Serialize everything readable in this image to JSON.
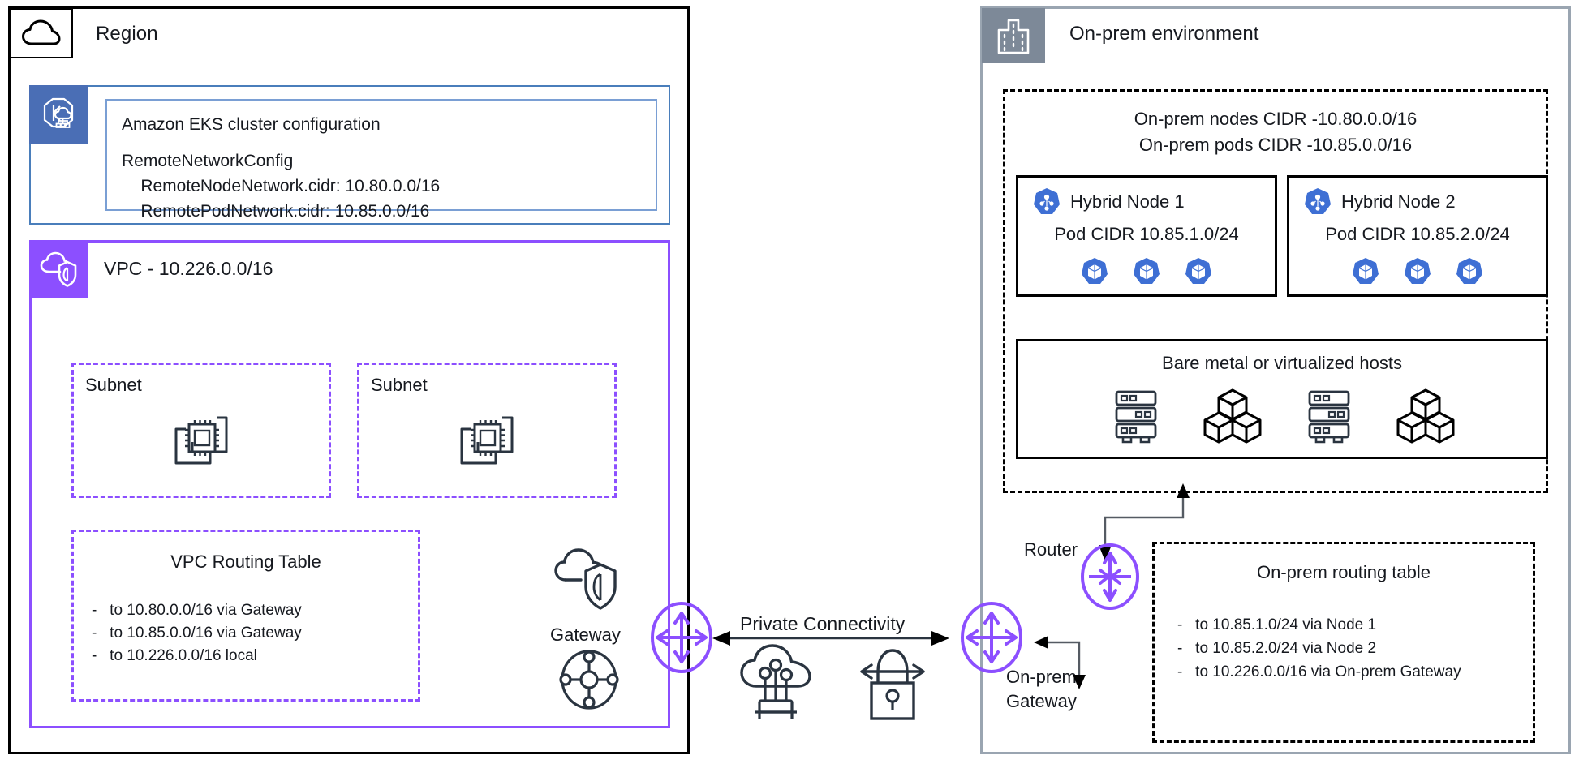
{
  "region": {
    "title": "Region",
    "icon": "cloud-region-icon",
    "eks": {
      "icon": "amazon-eks-icon",
      "heading": "Amazon EKS cluster configuration",
      "config_title": "RemoteNetworkConfig",
      "config_lines": [
        "    RemoteNodeNetwork.cidr: 10.80.0.0/16",
        "    RemotePodNetwork.cidr: 10.85.0.0/16"
      ]
    },
    "vpc": {
      "icon": "vpc-icon",
      "title": "VPC - 10.226.0.0/16",
      "subnets": [
        {
          "label": "Subnet",
          "icon": "ec2-instances-icon"
        },
        {
          "label": "Subnet",
          "icon": "ec2-instances-icon"
        }
      ],
      "routing_table": {
        "title": "VPC Routing Table",
        "rows": [
          "-   to 10.80.0.0/16 via Gateway",
          "-   to 10.85.0.0/16 via Gateway",
          "-   to 10.226.0.0/16 local"
        ]
      },
      "gateway": {
        "label": "Gateway",
        "cloud_icon": "cloud-shield-gateway-icon",
        "network_icon": "network-hub-icon",
        "router_icon": "router-arrows-icon"
      }
    }
  },
  "connectivity": {
    "label": "Private Connectivity",
    "icons": [
      "direct-connect-cloud-icon",
      "vpn-lock-icon"
    ],
    "arrow": "bidirectional-arrow"
  },
  "onprem": {
    "title": "On-prem environment",
    "icon": "building-onprem-icon",
    "cidr_lines": [
      "On-prem nodes CIDR -10.80.0.0/16",
      "On-prem pods CIDR -10.85.0.0/16"
    ],
    "nodes": [
      {
        "name": "Hybrid Node 1",
        "icon": "kubernetes-node-icon",
        "pod_cidr": "Pod CIDR 10.85.1.0/24",
        "pods": [
          "pod-icon",
          "pod-icon",
          "pod-icon"
        ]
      },
      {
        "name": "Hybrid Node 2",
        "icon": "kubernetes-node-icon",
        "pod_cidr": "Pod CIDR 10.85.2.0/24",
        "pods": [
          "pod-icon",
          "pod-icon",
          "pod-icon"
        ]
      }
    ],
    "baremetal": {
      "title": "Bare metal or virtualized hosts",
      "icons": [
        "server-rack-icon",
        "containers-cubes-icon",
        "server-rack-icon",
        "containers-cubes-icon"
      ]
    },
    "router": {
      "label": "Router",
      "icon": "router-arrows-icon"
    },
    "gateway": {
      "label_line1": "On-prem",
      "label_line2": "Gateway",
      "icon": "router-arrows-icon"
    },
    "routing_table": {
      "title": "On-prem routing table",
      "rows": [
        "-   to 10.85.1.0/24 via Node 1",
        "-   to 10.85.2.0/24 via Node 2",
        "-   to 10.226.0.0/16 via On-prem Gateway"
      ]
    }
  },
  "colors": {
    "aws_purple": "#8C4FFF",
    "eks_blue": "#4A6EB5",
    "eks_border": "#4A7EBB",
    "onprem_gray": "#7D8998",
    "k8s_blue": "#3E6FD4",
    "ink": "#16191F"
  }
}
